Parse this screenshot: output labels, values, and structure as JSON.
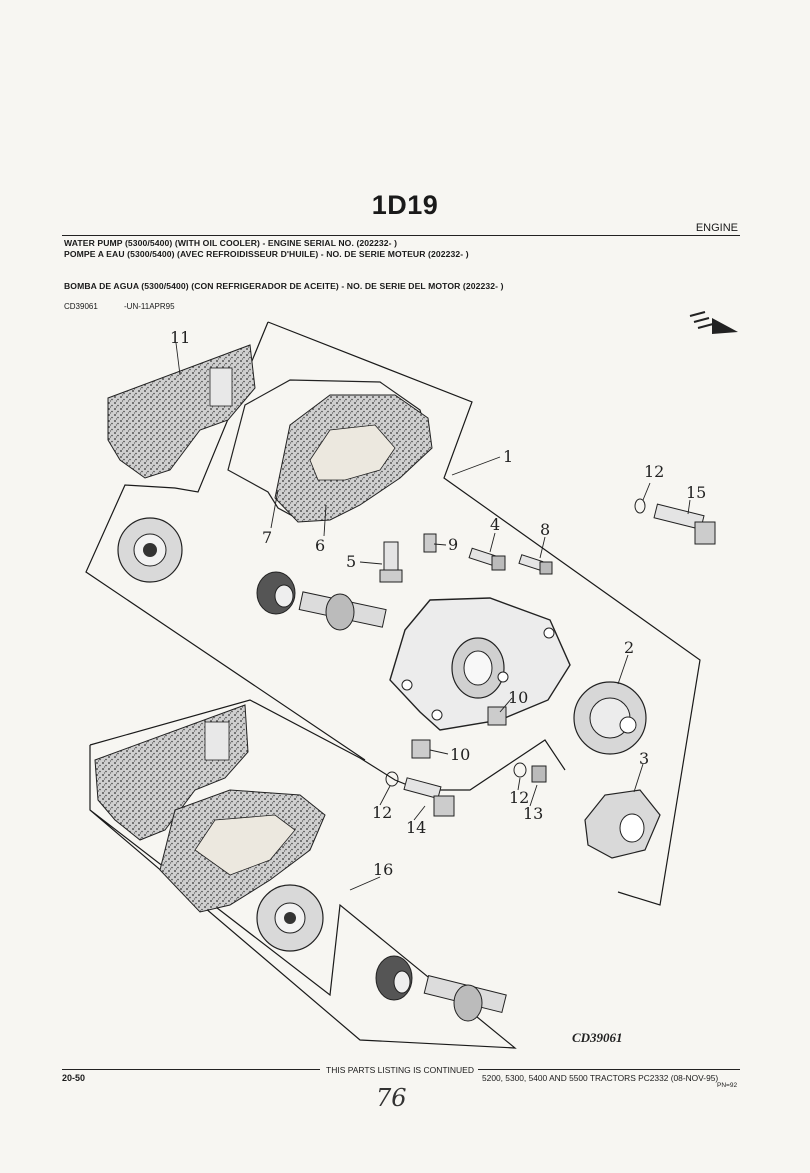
{
  "page_code": "1D19",
  "section": "ENGINE",
  "titles": {
    "en": "WATER PUMP (5300/5400) (WITH OIL COOLER) - ENGINE SERIAL NO. (202232-      )",
    "fr": "POMPE A EAU (5300/5400) (AVEC REFROIDISSEUR D'HUILE) - NO. DE SERIE MOTEUR (202232-      )",
    "es": "BOMBA DE AGUA (5300/5400) (CON REFRIGERADOR DE ACEITE) - NO. DE SERIE DEL MOTOR (202232-      )"
  },
  "reference": {
    "code": "CD39061",
    "date": "-UN-11APR95"
  },
  "diagram": {
    "figure_code": "CD39061",
    "callouts": [
      "11",
      "1",
      "7",
      "6",
      "12",
      "15",
      "4",
      "8",
      "9",
      "5",
      "2",
      "10",
      "10",
      "3",
      "12",
      "14",
      "12",
      "13",
      "16"
    ]
  },
  "footer": {
    "continued": "THIS PARTS LISTING IS CONTINUED",
    "page_number": "20-50",
    "models": "5200, 5300, 5400 AND 5500 TRACTORS   PC2332    (08-NOV-95)",
    "pn": "PN=92",
    "handwritten": "76"
  }
}
